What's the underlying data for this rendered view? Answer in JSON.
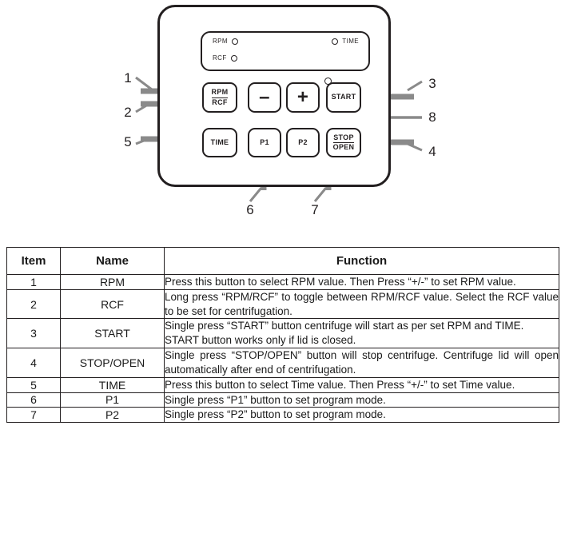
{
  "diagram": {
    "panel_name": "centrifuge-control-panel",
    "display": {
      "indicators": [
        {
          "label": "RPM",
          "icon": "led-indicator-circle",
          "position": "left-top"
        },
        {
          "label": "RCF",
          "icon": "led-indicator-circle",
          "position": "left-bottom"
        },
        {
          "label": "TIME",
          "icon": "led-indicator-circle",
          "position": "right-top"
        }
      ]
    },
    "buttons": [
      {
        "key": "rpm_rcf",
        "line1": "RPM",
        "line2": "RCF"
      },
      {
        "key": "minus",
        "glyph": "–"
      },
      {
        "key": "plus",
        "glyph": "+"
      },
      {
        "key": "start",
        "label": "START"
      },
      {
        "key": "time",
        "label": "TIME"
      },
      {
        "key": "p1",
        "label": "P1"
      },
      {
        "key": "p2",
        "label": "P2"
      },
      {
        "key": "stop_open",
        "line1": "STOP",
        "line2": "OPEN"
      }
    ],
    "callouts": [
      {
        "number": "1",
        "target": "rpm-rcf-button",
        "side": "left"
      },
      {
        "number": "2",
        "target": "rpm-rcf-button",
        "side": "left"
      },
      {
        "number": "5",
        "target": "time-button",
        "side": "left"
      },
      {
        "number": "3",
        "target": "start-button",
        "side": "right"
      },
      {
        "number": "8",
        "target": "plus-minus-buttons",
        "side": "right"
      },
      {
        "number": "4",
        "target": "stop-open-button",
        "side": "right"
      },
      {
        "number": "6",
        "target": "p1-button",
        "side": "bottom"
      },
      {
        "number": "7",
        "target": "p2-button",
        "side": "bottom"
      }
    ]
  },
  "table": {
    "headers": {
      "item": "Item",
      "name": "Name",
      "function": "Function"
    },
    "rows": [
      {
        "item": "1",
        "name": "RPM",
        "function": "Press this button to select RPM value. Then Press “+/-” to set RPM value."
      },
      {
        "item": "2",
        "name": "RCF",
        "function": "Long press “RPM/RCF” to toggle between RPM/RCF value. Select the RCF value to be set for centrifugation."
      },
      {
        "item": "3",
        "name": "START",
        "function": "Single press “START” button centrifuge will start as per set RPM and TIME. START button works only if lid is closed."
      },
      {
        "item": "4",
        "name": "STOP/OPEN",
        "function": "Single press “STOP/OPEN” button will stop centrifuge. Centrifuge lid will open automatically after end of centrifugation."
      },
      {
        "item": "5",
        "name": "TIME",
        "function": "Press this button to select Time value. Then Press “+/-” to set Time value."
      },
      {
        "item": "6",
        "name": "P1",
        "function": "Single press “P1” button to set program mode."
      },
      {
        "item": "7",
        "name": "P2",
        "function": "Single press “P2” button to set program mode."
      }
    ]
  },
  "colors": {
    "line": "#231f20",
    "arrow": "#8a8a8a",
    "text": "#1a1a1a",
    "background": "#ffffff"
  }
}
